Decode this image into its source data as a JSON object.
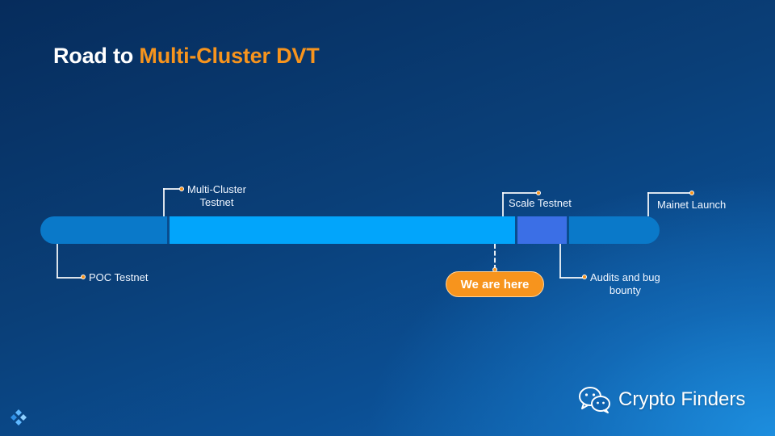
{
  "title": {
    "prefix": "Road to",
    "highlight": "Multi-Cluster DVT"
  },
  "milestones": {
    "poc_testnet": "POC Testnet",
    "multi_cluster_testnet": [
      "Multi-Cluster",
      "Testnet"
    ],
    "scale_testnet": "Scale Testnet",
    "audits_bug_bounty": [
      "Audits and bug",
      "bounty"
    ],
    "mainet_launch": "Mainet Launch"
  },
  "current_marker": "We are here",
  "watermark": {
    "icon": "wechat-icon",
    "text": "Crypto Finders"
  },
  "brand_logo_icon": "diamond-logo-icon",
  "colors": {
    "accent": "#f7941d",
    "track_primary": "#0a79c9",
    "track_active": "#02a5fb",
    "track_next": "#3b6fe6"
  }
}
